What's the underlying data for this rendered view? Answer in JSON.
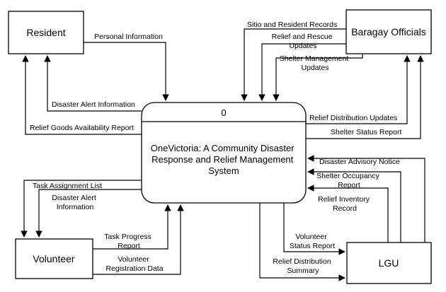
{
  "entities": {
    "resident": "Resident",
    "barangay_officials": "Baragay Officials",
    "volunteer": "Volunteer",
    "lgu": "LGU"
  },
  "process": {
    "number": "0",
    "title_lines": [
      "OneVictoria: A Community Disaster",
      "Response and Relief Management",
      "System"
    ]
  },
  "flows": {
    "personal_information": [
      "Personal Information"
    ],
    "disaster_alert_information_resident": [
      "Disaster Alert Information"
    ],
    "relief_goods_availability_report": [
      "Relief Goods Availability Report"
    ],
    "sitio_and_resident_records": [
      "Sitio and Resident Records"
    ],
    "relief_and_rescue_updates": [
      "Relief and Rescue",
      "Updates"
    ],
    "shelter_management_updates": [
      "Shelter Management",
      "Updates"
    ],
    "relief_distribution_updates": [
      "Relief Distribution Updates"
    ],
    "shelter_status_report": [
      "Shelter Status Report"
    ],
    "disaster_advisory_notice": [
      "Disaster Advisory Notice"
    ],
    "shelter_occupancy_report": [
      "Shelter Occupancy",
      "Report"
    ],
    "relief_inventory_record": [
      "Relief Inventory",
      "Record"
    ],
    "volunteer_status_report": [
      "Volunteer",
      "Status Report"
    ],
    "relief_distribution_summary": [
      "Relief Distribution",
      "Summary"
    ],
    "task_assignment_list": [
      "Task Assignment List"
    ],
    "disaster_alert_information_volunteer": [
      "Disaster Alert",
      "Information"
    ],
    "task_progress_report": [
      "Task Progress",
      "Report"
    ],
    "volunteer_registration_data": [
      "Volunteer",
      "Registration Data"
    ]
  },
  "colors": {
    "stroke": "#000000",
    "fill": "#ffffff",
    "text": "#000000"
  }
}
